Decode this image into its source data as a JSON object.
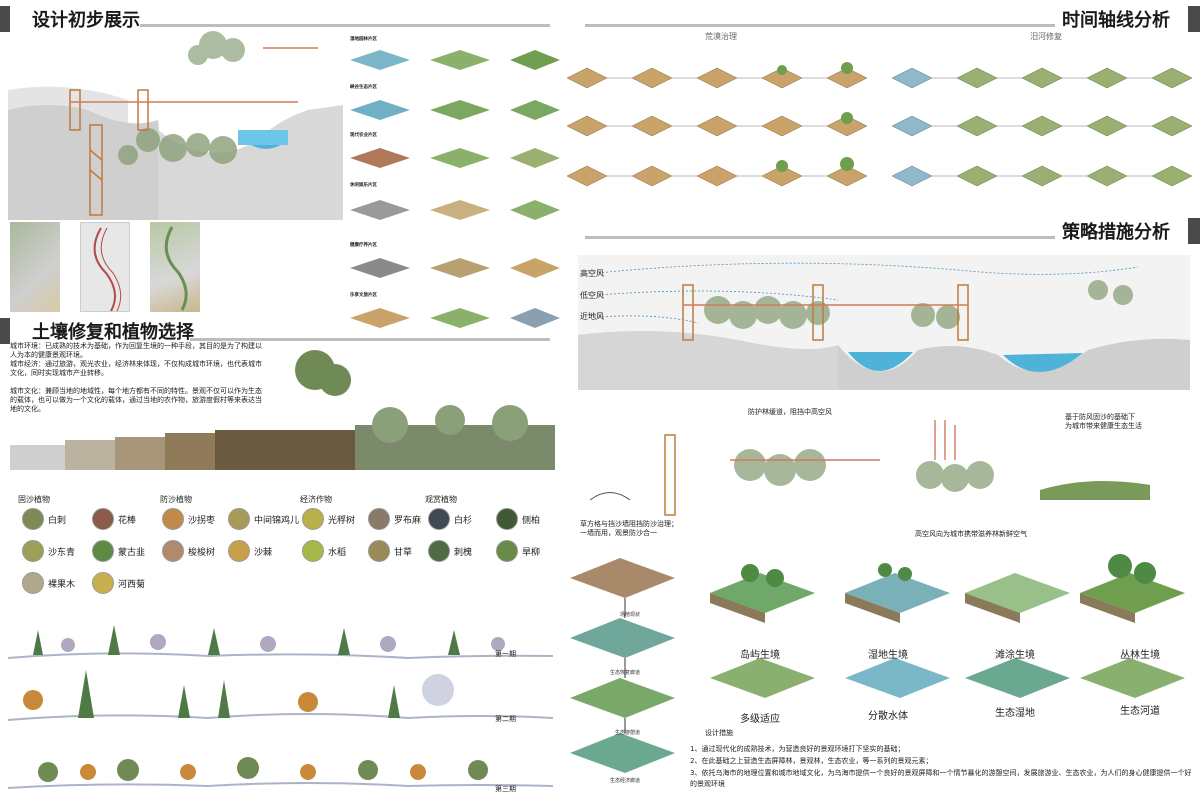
{
  "sections": {
    "design": "设计初步展示",
    "timeline": "时间轴线分析",
    "soil": "土壤修复和植物选择",
    "strategy": "策略措施分析"
  },
  "timeline_tabs": {
    "left": "荒漠治理",
    "right": "汨河修复"
  },
  "zones": [
    "湿地园林片区",
    "峡谷生态片区",
    "现代农业片区",
    "休闲娱乐片区",
    "健康疗养片区",
    "乐享文旅片区"
  ],
  "soil_text": [
    "城市环境：已成熟的技术为基础，作为回复生境的一种手段，其目的是为了构建以人为本的健康景观环境。",
    "城市经济：通过旅游，观光农业，经济林来体现，不仅构成城市环境，也代表城市文化，同时实现城市产业转移。",
    "城市文化：兼顾当地的地域性，每个地方都有不同的特性。景观不仅可以作为生态的载体，也可以做为一个文化的载体，通过当地的农作物，旅游度假村等来表达当地的文化。"
  ],
  "plant_groups": [
    "固沙植物",
    "防沙植物",
    "经济作物",
    "观赏植物"
  ],
  "plants": {
    "col1": [
      "白刺",
      "沙东青",
      "裸果木"
    ],
    "col1b": [
      "花棒",
      "蒙古韭",
      "河西菊"
    ],
    "col2": [
      "沙拐枣",
      "梭梭树"
    ],
    "col2b": [
      "中间锦鸡儿",
      "沙棘"
    ],
    "col3": [
      "光稃树",
      "水稻"
    ],
    "col3b": [
      "罗布麻",
      "甘草"
    ],
    "col4": [
      "白杉",
      "刺槐"
    ],
    "col4b": [
      "侧柏",
      "旱柳"
    ]
  },
  "phases": [
    "第一期",
    "第二期",
    "第三期"
  ],
  "wind": {
    "high": "高空风",
    "low": "低空风",
    "near": "近地风"
  },
  "strategy_captions": {
    "a": "防护林缓道，阻挡中高空风",
    "b": "基于防风固沙的基础下\n为城市带来健康生态生活",
    "c": "草方格与挡沙墙阻挡防沙治理；\n一墙而用，观景防沙合一",
    "d": "高空风向为城市携带滋养林新鲜空气"
  },
  "stack_labels": [
    "场地现状",
    "生态恢复廊道",
    "生态游憩道",
    "生态经济廊道"
  ],
  "habitats": [
    "岛屿生境",
    "湿地生境",
    "滩涂生境",
    "丛林生境"
  ],
  "habitats2": [
    "多级适应",
    "分散水体",
    "生态湿地",
    "生态河道"
  ],
  "measures": {
    "title": "设计措施",
    "items": [
      "1、通过现代化的成熟技术，为营造良好的景观环境打下坚实的基础；",
      "2、在此基础之上营造生态屏障林，景观林，生态农业，等一系列的景观元素；",
      "3、依托乌海市的地理位置和城市地域文化，为乌海市提供一个良好的景观屏障和一个情节暴化的游憩空间，发展旅游业、生态农业，为人们的身心健康提供一个好的景观环境"
    ]
  },
  "colors": {
    "bar": "#4a4a4a",
    "water": "#4fb3d9",
    "sand": "#c9a36a",
    "green": "#6f9e4f"
  }
}
